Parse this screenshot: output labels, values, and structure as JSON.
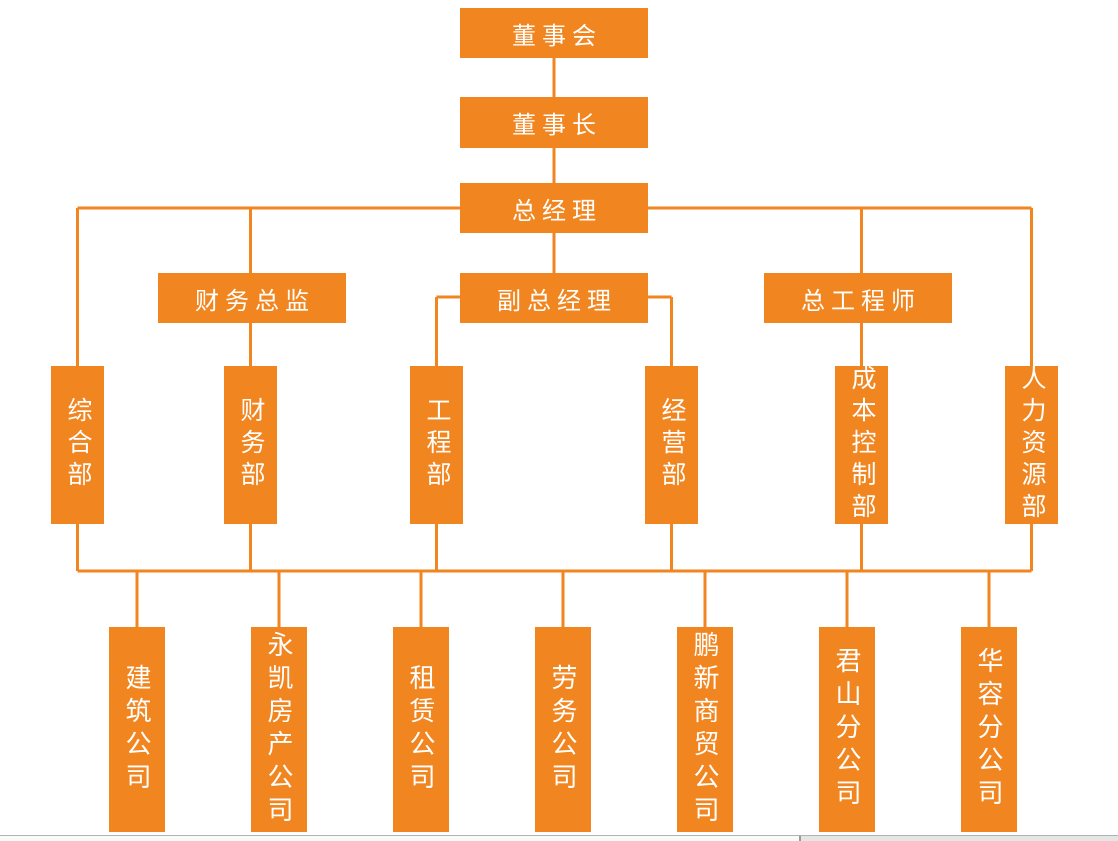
{
  "colors": {
    "node_fill": "#F18621",
    "node_text": "#FFFFFF",
    "connector": "#F18621",
    "scrollbar_border": "#B3B3B3",
    "scrollbar_track_left": "#FAFAFA",
    "scrollbar_track_right": "#E5E5E5"
  },
  "org_chart": {
    "type": "organization-chart",
    "root_chain": [
      "董事会",
      "董事长",
      "总经理"
    ],
    "managers": [
      "财务总监",
      "副总经理",
      "总工程师"
    ],
    "departments": [
      "综合部",
      "财务部",
      "工程部",
      "经营部",
      "成本控制部",
      "人力资源部"
    ],
    "companies": [
      "建筑公司",
      "永凯房产公司",
      "租赁公司",
      "劳务公司",
      "鹏新商贸公司",
      "君山分公司",
      "华容分公司"
    ]
  }
}
